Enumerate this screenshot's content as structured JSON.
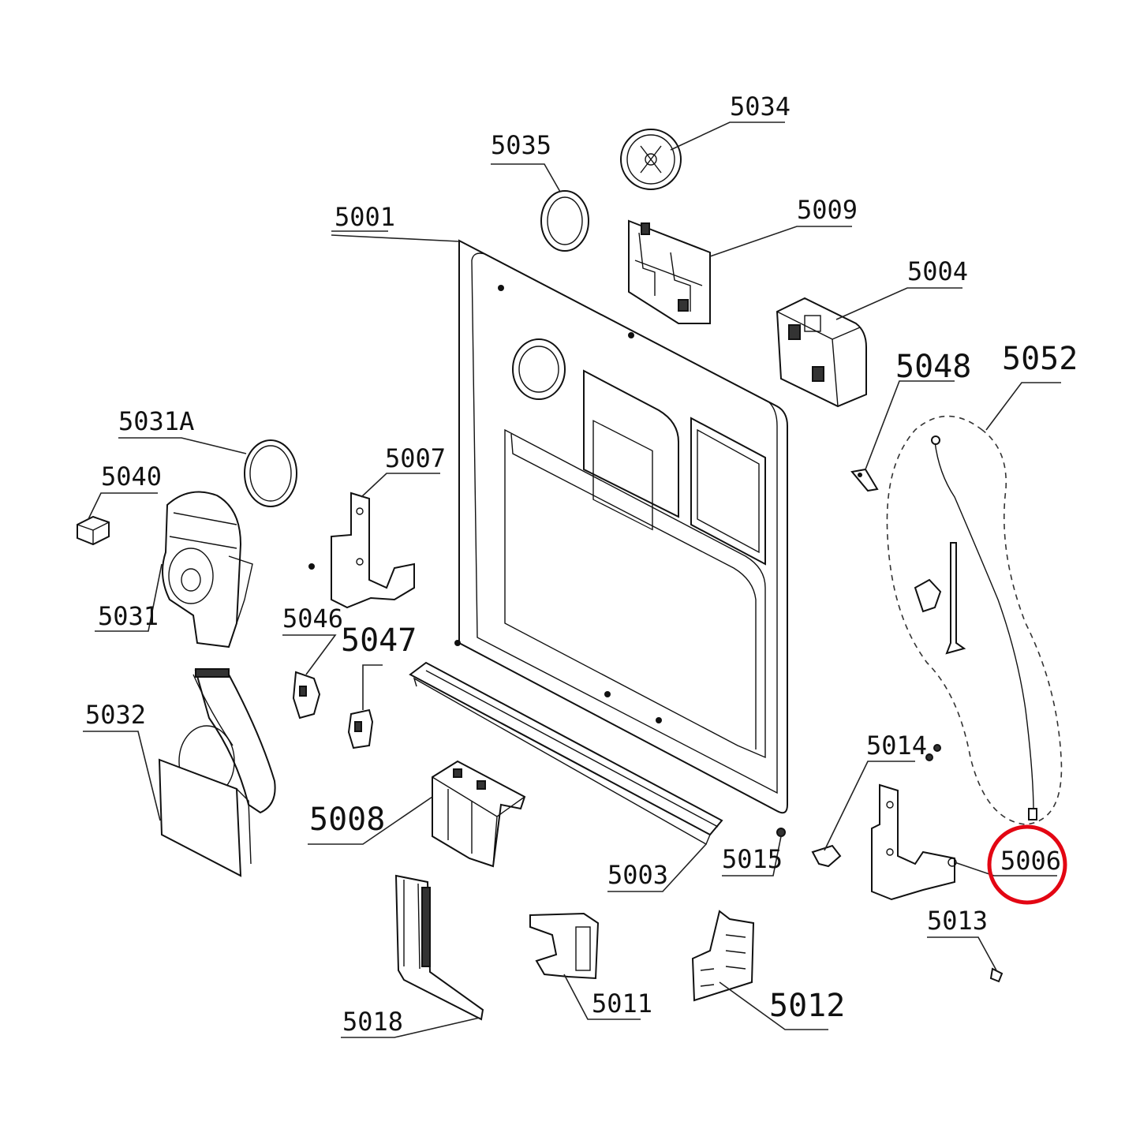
{
  "labels": {
    "p5001": "5001",
    "p5003": "5003",
    "p5004": "5004",
    "p5006": "5006",
    "p5007": "5007",
    "p5008": "5008",
    "p5009": "5009",
    "p5011": "5011",
    "p5012": "5012",
    "p5013": "5013",
    "p5014": "5014",
    "p5015": "5015",
    "p5018": "5018",
    "p5031": "5031",
    "p5031A": "5031A",
    "p5032": "5032",
    "p5034": "5034",
    "p5035": "5035",
    "p5040": "5040",
    "p5046": "5046",
    "p5047": "5047",
    "p5048": "5048",
    "p5052": "5052"
  },
  "colors": {
    "line": "#111111",
    "highlight": "#e30613"
  },
  "highlighted_part": "5006"
}
